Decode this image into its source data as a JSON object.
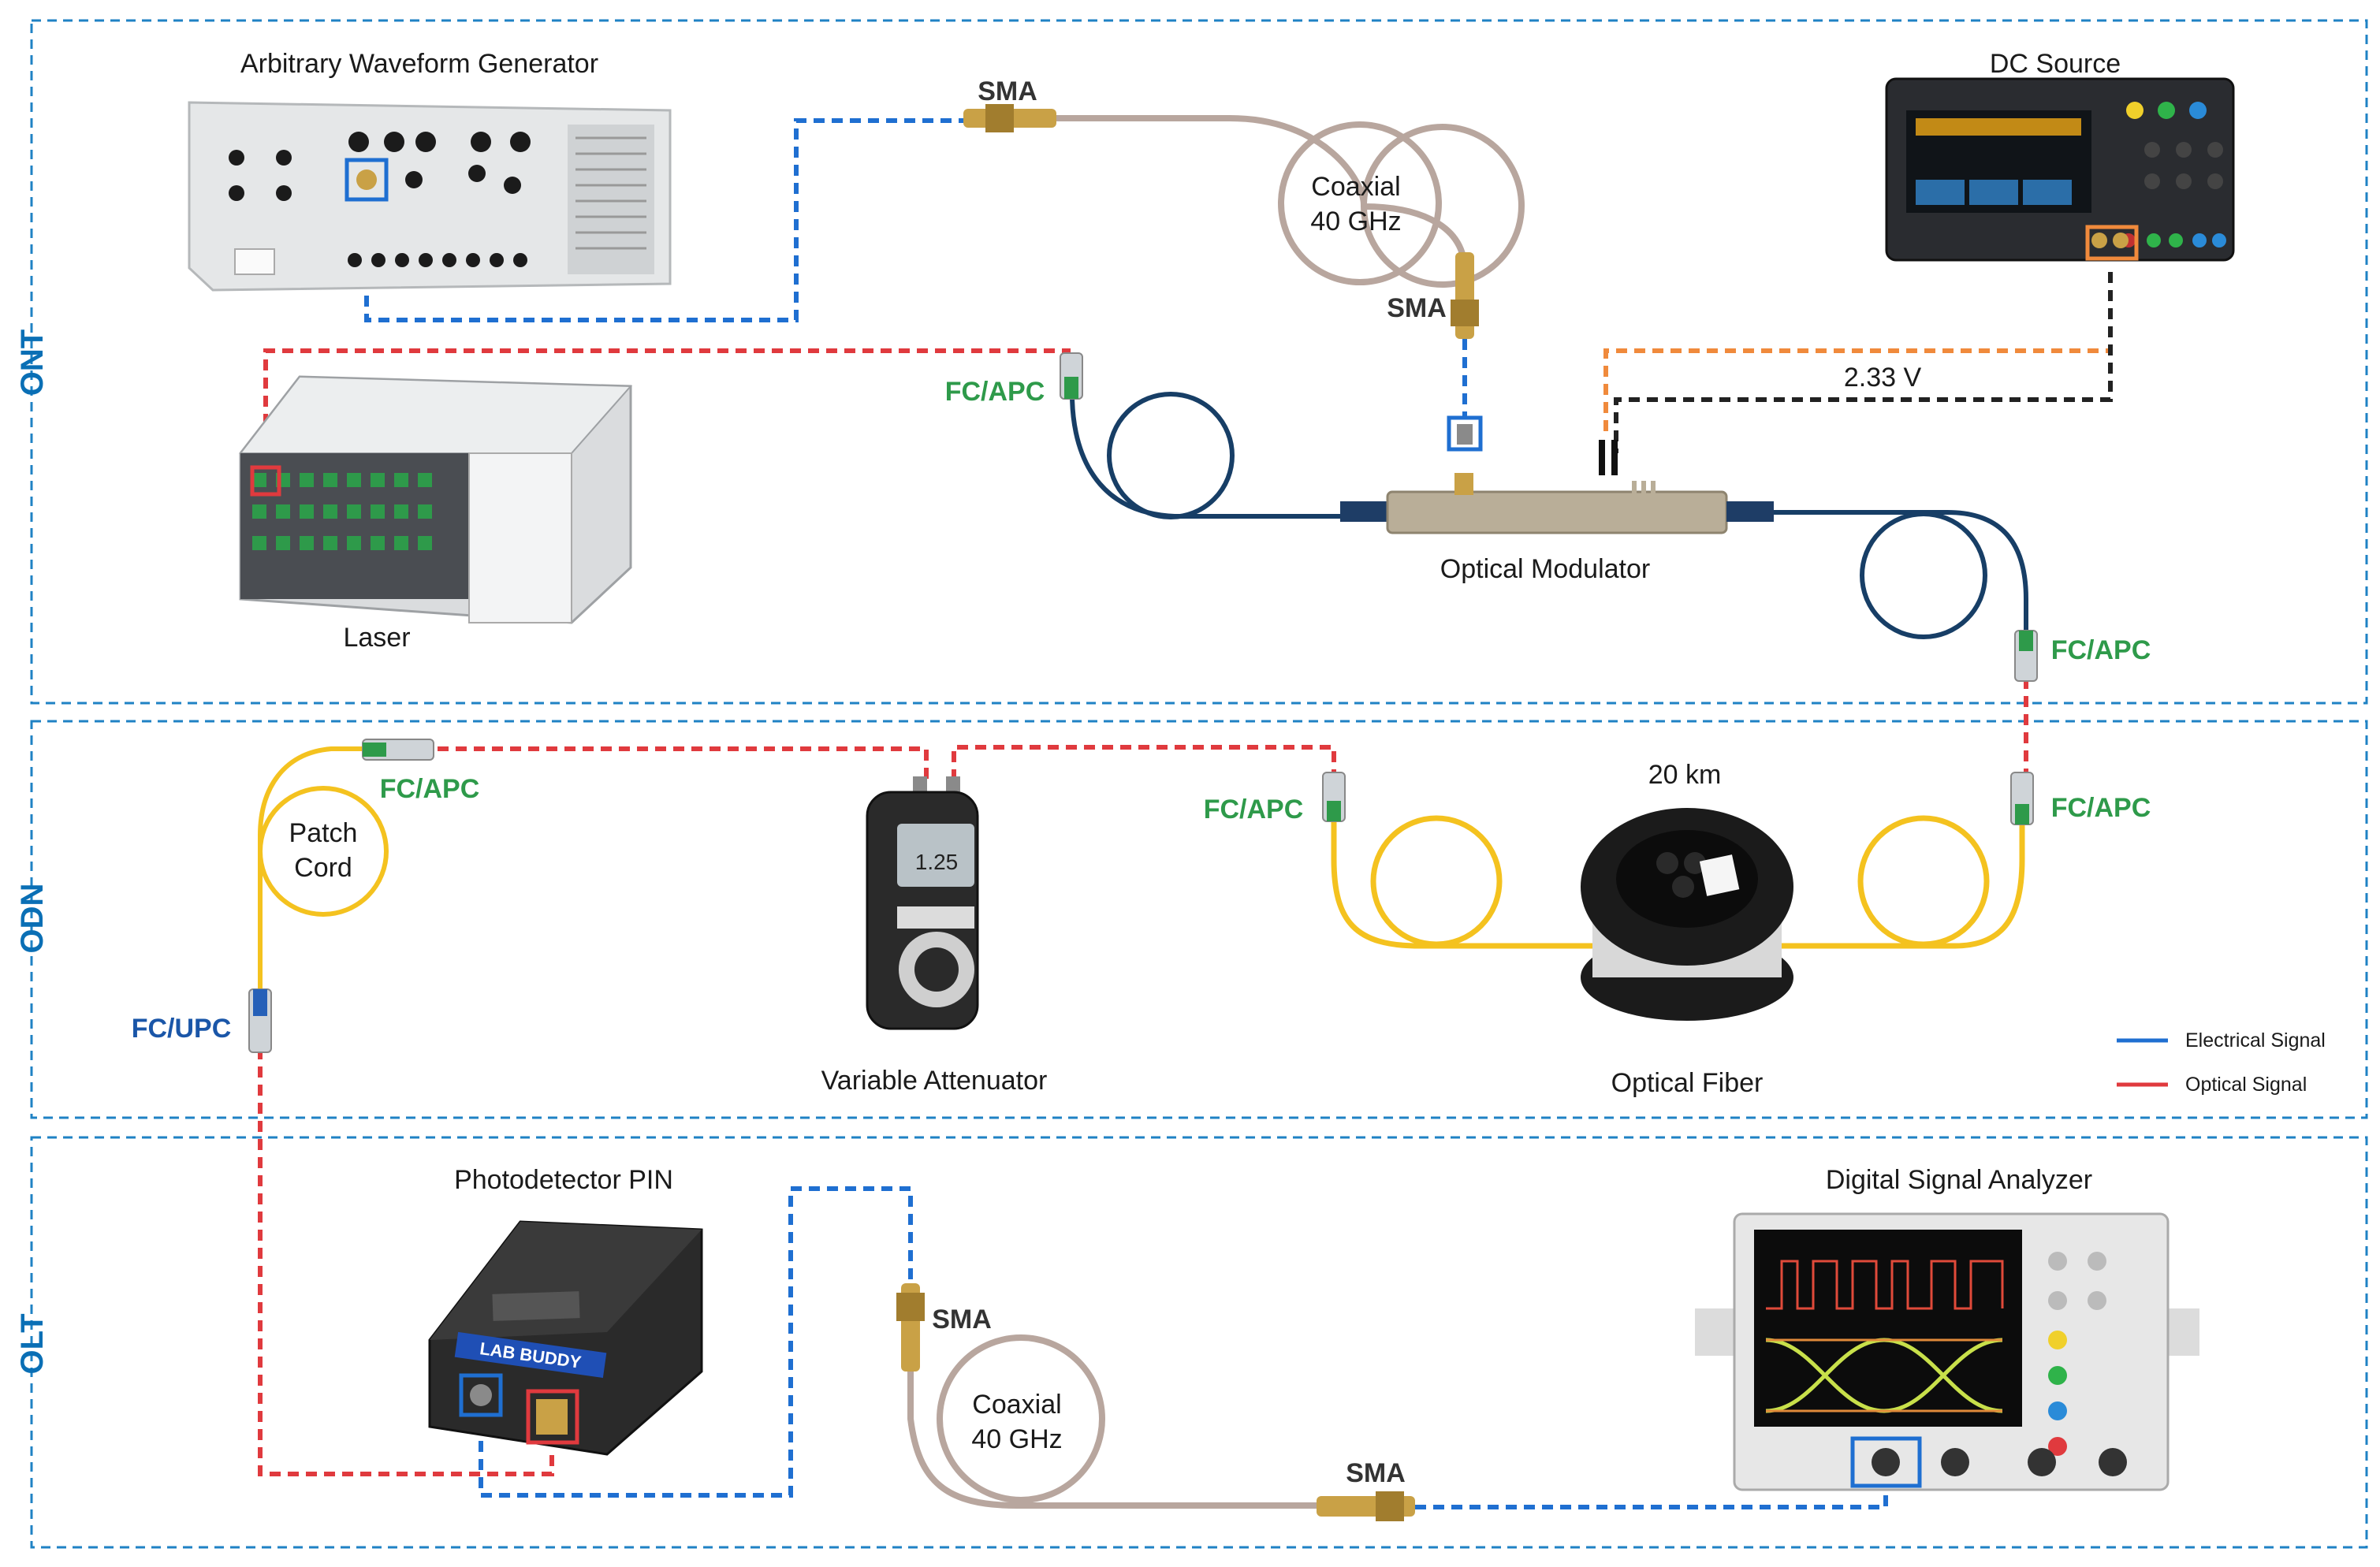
{
  "sections": {
    "ont": "ONT",
    "odn": "ODN",
    "olt": "OLT"
  },
  "devices": {
    "awg": "Arbitrary Waveform Generator",
    "dc_source": "DC Source",
    "laser": "Laser",
    "modulator": "Optical Modulator",
    "attenuator": "Variable Attenuator",
    "attenuator_display": "1.25",
    "fiber": "Optical Fiber",
    "fiber_length": "20 km",
    "photodetector": "Photodetector PIN",
    "photodetector_brand": "LAB BUDDY",
    "dsa": "Digital Signal Analyzer",
    "patch_cord_line1": "Patch",
    "patch_cord_line2": "Cord",
    "coax1_line1": "Coaxial",
    "coax1_line2": "40 GHz",
    "coax2_line1": "Coaxial",
    "coax2_line2": "40 GHz"
  },
  "connectors": {
    "sma_1": "SMA",
    "sma_2": "SMA",
    "sma_3": "SMA",
    "sma_4": "SMA",
    "fcapc_laser": "FC/APC",
    "fcapc_mod_out": "FC/APC",
    "fcapc_fiber_in": "FC/APC",
    "fcapc_att_out": "FC/APC",
    "fcapc_patch": "FC/APC",
    "fcupc_patch": "FC/UPC"
  },
  "voltage": "2.33 V",
  "legend": {
    "electrical": "Electrical Signal",
    "optical": "Optical Signal"
  },
  "colors": {
    "electrical": "#1f6fd1",
    "optical": "#e03a3e",
    "bias": "#f08a3c",
    "ground": "#222222",
    "section_border": "#1f82c4",
    "coax": "#b8a69e",
    "fiber_blue": "#173e66",
    "fiber_yellow": "#f4c21f",
    "connector_green": "#2e9a4a"
  }
}
